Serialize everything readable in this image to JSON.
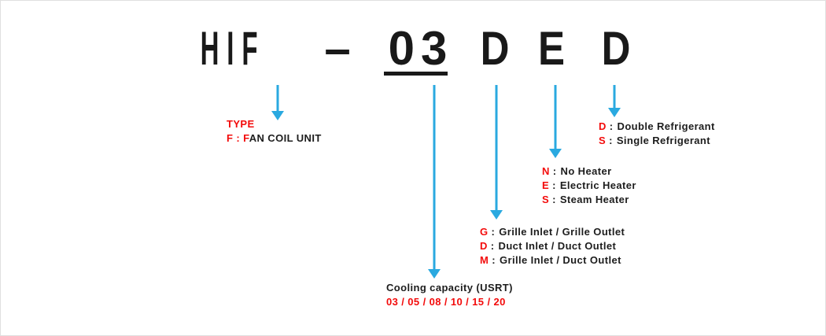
{
  "colors": {
    "arrow_blue": "#2aa9e0",
    "highlight_red": "#f30b0b",
    "title_black": "#191919",
    "text_black": "#1d1d1d",
    "border_gray": "#e0e0e0"
  },
  "icons": {
    "connector": "down-arrow-icon"
  },
  "colon": ":",
  "model_code": {
    "prefix": "HIF",
    "separator": "–",
    "capacity": "03",
    "inlet_outlet": "D",
    "heater": "E",
    "refrigerant": "D"
  },
  "blocks": {
    "type": {
      "title": "TYPE",
      "code_red": "F : F",
      "desc_rest": "AN COIL UNIT"
    },
    "capacity": {
      "label": "Cooling capacity (USRT)",
      "values": "03 / 05 / 08 / 10 / 15 / 20"
    },
    "inlet_outlet": {
      "rows": [
        {
          "code": "G",
          "desc": "Grille Inlet / Grille Outlet"
        },
        {
          "code": "D",
          "desc": "Duct Inlet / Duct Outlet"
        },
        {
          "code": "M",
          "desc": "Grille Inlet / Duct Outlet"
        }
      ]
    },
    "heater": {
      "rows": [
        {
          "code": "N",
          "desc": "No Heater"
        },
        {
          "code": "E",
          "desc": "Electric Heater"
        },
        {
          "code": "S",
          "desc": "Steam Heater"
        }
      ]
    },
    "refrigerant": {
      "rows": [
        {
          "code": "D",
          "desc": "Double Refrigerant"
        },
        {
          "code": "S",
          "desc": "Single Refrigerant"
        }
      ]
    }
  }
}
